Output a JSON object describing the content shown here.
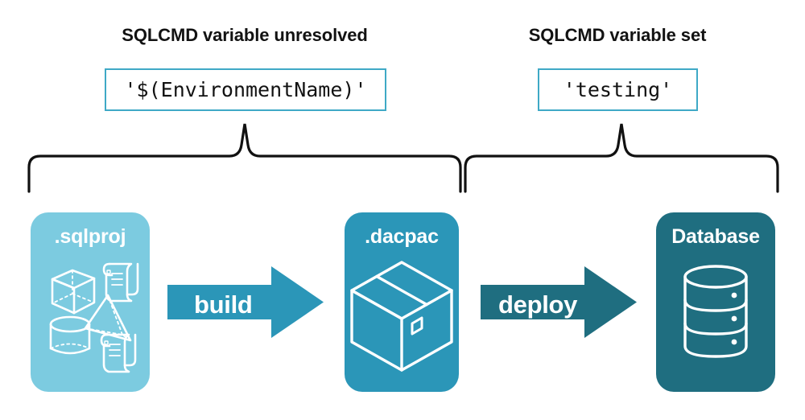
{
  "diagram": {
    "title_semantic": "sqlcmd-variable-build-deploy-flow",
    "groups": [
      {
        "id": "left",
        "heading": "SQLCMD variable unresolved",
        "value": "'$(EnvironmentName)'"
      },
      {
        "id": "right",
        "heading": "SQLCMD variable set",
        "value": "'testing'"
      }
    ],
    "stages": [
      {
        "id": "sqlproj",
        "label": ".sqlproj",
        "color": "#7CCBE0",
        "art": "project-objects-icon"
      },
      {
        "id": "dacpac",
        "label": ".dacpac",
        "color": "#2B96B8",
        "art": "package-box-icon"
      },
      {
        "id": "database",
        "label": "Database",
        "color": "#1F6E80",
        "art": "database-cylinder-icon"
      }
    ],
    "arrows": [
      {
        "id": "build",
        "label": "build",
        "color": "#2B96B8"
      },
      {
        "id": "deploy",
        "label": "deploy",
        "color": "#1F6E80"
      }
    ],
    "colors": {
      "box_border": "#3FA9C6",
      "brace": "#111111",
      "text": "#121212",
      "background": "#ffffff",
      "icon_stroke": "#ffffff"
    }
  }
}
